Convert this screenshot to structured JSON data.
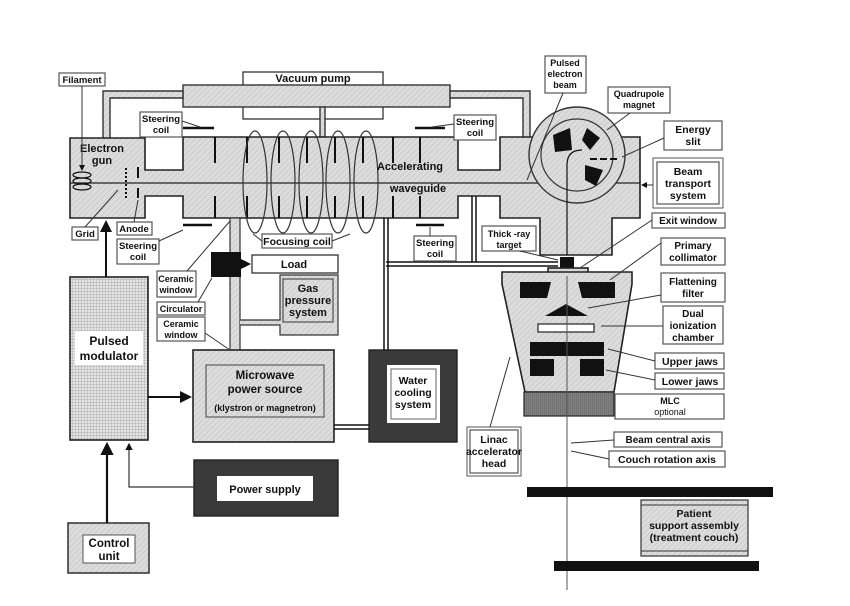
{
  "diagram": {
    "title": "Medical linear accelerator block diagram",
    "labels": {
      "filament": "Filament",
      "electron_gun": [
        "Electron",
        "gun"
      ],
      "grid": "Grid",
      "anode": "Anode",
      "steering_coil_tl": [
        "Steering",
        "coil"
      ],
      "steering_coil_tr": [
        "Steering",
        "coil"
      ],
      "steering_coil_bl": [
        "Steering",
        "coil"
      ],
      "steering_coil_br": [
        "Steering",
        "coil"
      ],
      "vacuum_pump": "Vacuum pump",
      "accelerating_waveguide": [
        "Accelerating",
        "waveguide"
      ],
      "focusing_coil": "Focusing coil",
      "ceramic_window_1": [
        "Ceramic",
        "window"
      ],
      "circulator": "Circulator",
      "ceramic_window_2": [
        "Ceramic",
        "window"
      ],
      "load": "Load",
      "gas_pressure_system": [
        "Gas",
        "pressure",
        "system"
      ],
      "pulsed_modulator": [
        "Pulsed",
        "modulator"
      ],
      "microwave_power_source": [
        "Microwave",
        "power source",
        "(klystron or magnetron)"
      ],
      "water_cooling_system": [
        "Water",
        "cooling",
        "system"
      ],
      "power_supply": "Power supply",
      "control_unit": [
        "Control",
        "unit"
      ],
      "pulsed_electron_beam": [
        "Pulsed",
        "electron",
        "beam"
      ],
      "quadrupole_magnet": [
        "Quadrupole",
        "magnet"
      ],
      "energy_slit": [
        "Energy",
        "slit"
      ],
      "beam_transport_system": [
        "Beam",
        "transport",
        "system"
      ],
      "thick_xray_target": [
        "Thick   -ray",
        "target"
      ],
      "exit_window": "Exit window",
      "primary_collimator": [
        "Primary",
        "collimator"
      ],
      "flattening_filter": [
        "Flattening",
        "filter"
      ],
      "dual_ionization_chamber": [
        "Dual",
        "ionization",
        "chamber"
      ],
      "upper_jaws": "Upper jaws",
      "lower_jaws": "Lower jaws",
      "mlc": [
        "MLC",
        "optional"
      ],
      "linac_accelerator_head": [
        "Linac",
        "accelerator",
        "head"
      ],
      "beam_central_axis": "Beam central axis",
      "couch_rotation_axis": "Couch rotation axis",
      "patient_support_assembly": [
        "Patient",
        "support assembly",
        "(treatment couch)"
      ]
    },
    "colors": {
      "hatch_fill": "#d6d6d6",
      "dark_fill": "#3a3a3a",
      "black": "#111111",
      "mlc_fill": "#7a7a7a",
      "grid_fill": "#cfcfcf"
    }
  }
}
